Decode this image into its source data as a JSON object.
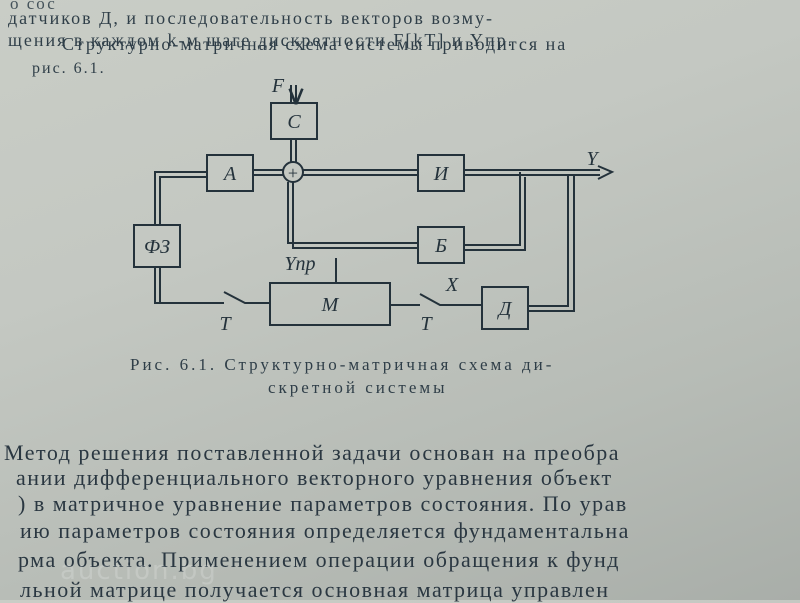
{
  "text_top": {
    "line1": "о сос",
    "line2": "датчиков Д, и последовательность векторов возму-",
    "line3": "щения в каждом k-м шаге дискретности F[kT] и Yпр.",
    "line4": "Структурно-матричная схема системы приводится на",
    "line5": "рис. 6.1."
  },
  "diagram": {
    "blocks": {
      "c": "С",
      "a": "А",
      "i": "И",
      "b": "Б",
      "fz": "ФЗ",
      "m": "М",
      "d": "Д"
    },
    "labels": {
      "f": "F",
      "y": "Y",
      "ypr": "Yпр",
      "x": "X",
      "t_left": "T",
      "t_right": "T",
      "plus": "+"
    }
  },
  "caption": {
    "line1": "Рис. 6.1. Структурно-матричная схема ди-",
    "line2": "скретной системы"
  },
  "body": {
    "line1": "Метод решения поставленной задачи основан на преобра",
    "line2": "ании дифференциального векторного уравнения объект",
    "line3": ") в матричное уравнение параметров состояния. По урав",
    "line4": "ию параметров состояния определяется фундаментальна",
    "line5": "рма объекта. Применением операции обращения к фунд",
    "line6": "льной матрице получается основная матрица управлен"
  },
  "watermark": "auction.bg"
}
